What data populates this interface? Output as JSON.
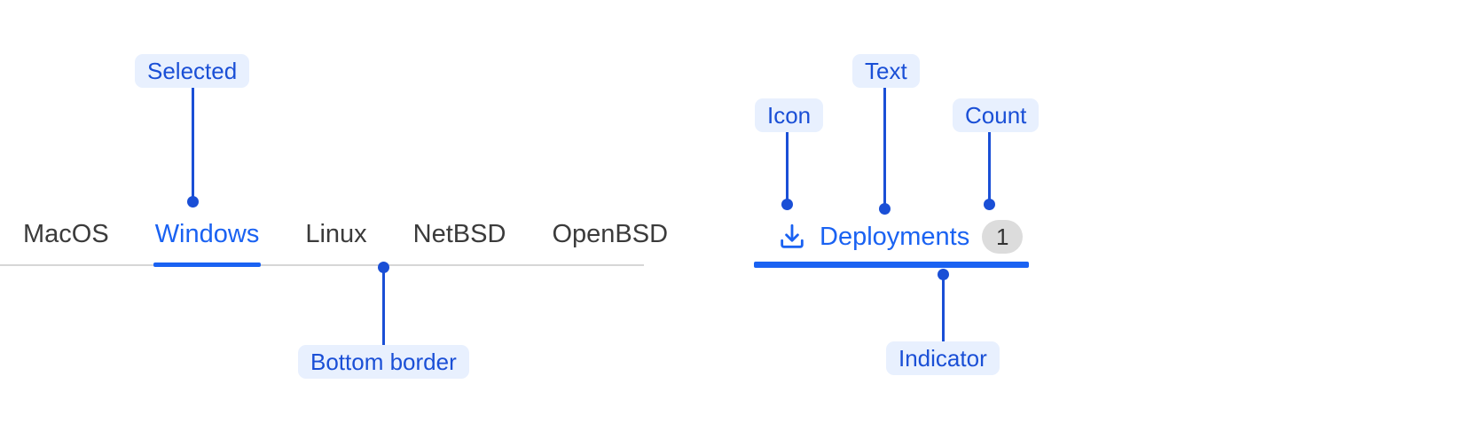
{
  "annotations": {
    "selected": "Selected",
    "bottom_border": "Bottom border",
    "icon": "Icon",
    "text": "Text",
    "count": "Count",
    "indicator": "Indicator"
  },
  "left_example": {
    "tabs": [
      {
        "label": "MacOS",
        "selected": false
      },
      {
        "label": "Windows",
        "selected": true
      },
      {
        "label": "Linux",
        "selected": false
      },
      {
        "label": "NetBSD",
        "selected": false
      },
      {
        "label": "OpenBSD",
        "selected": false
      }
    ]
  },
  "right_example": {
    "icon_name": "download-icon",
    "label": "Deployments",
    "count": "1"
  },
  "colors": {
    "accent": "#1a62f2",
    "callout": "#1a4fd6",
    "callout_chip_bg": "#E8F0FE",
    "tab_text": "#3b3b3b",
    "badge_bg": "#dcdcdc",
    "badge_text": "#333333",
    "divider": "#d6d6d6"
  }
}
